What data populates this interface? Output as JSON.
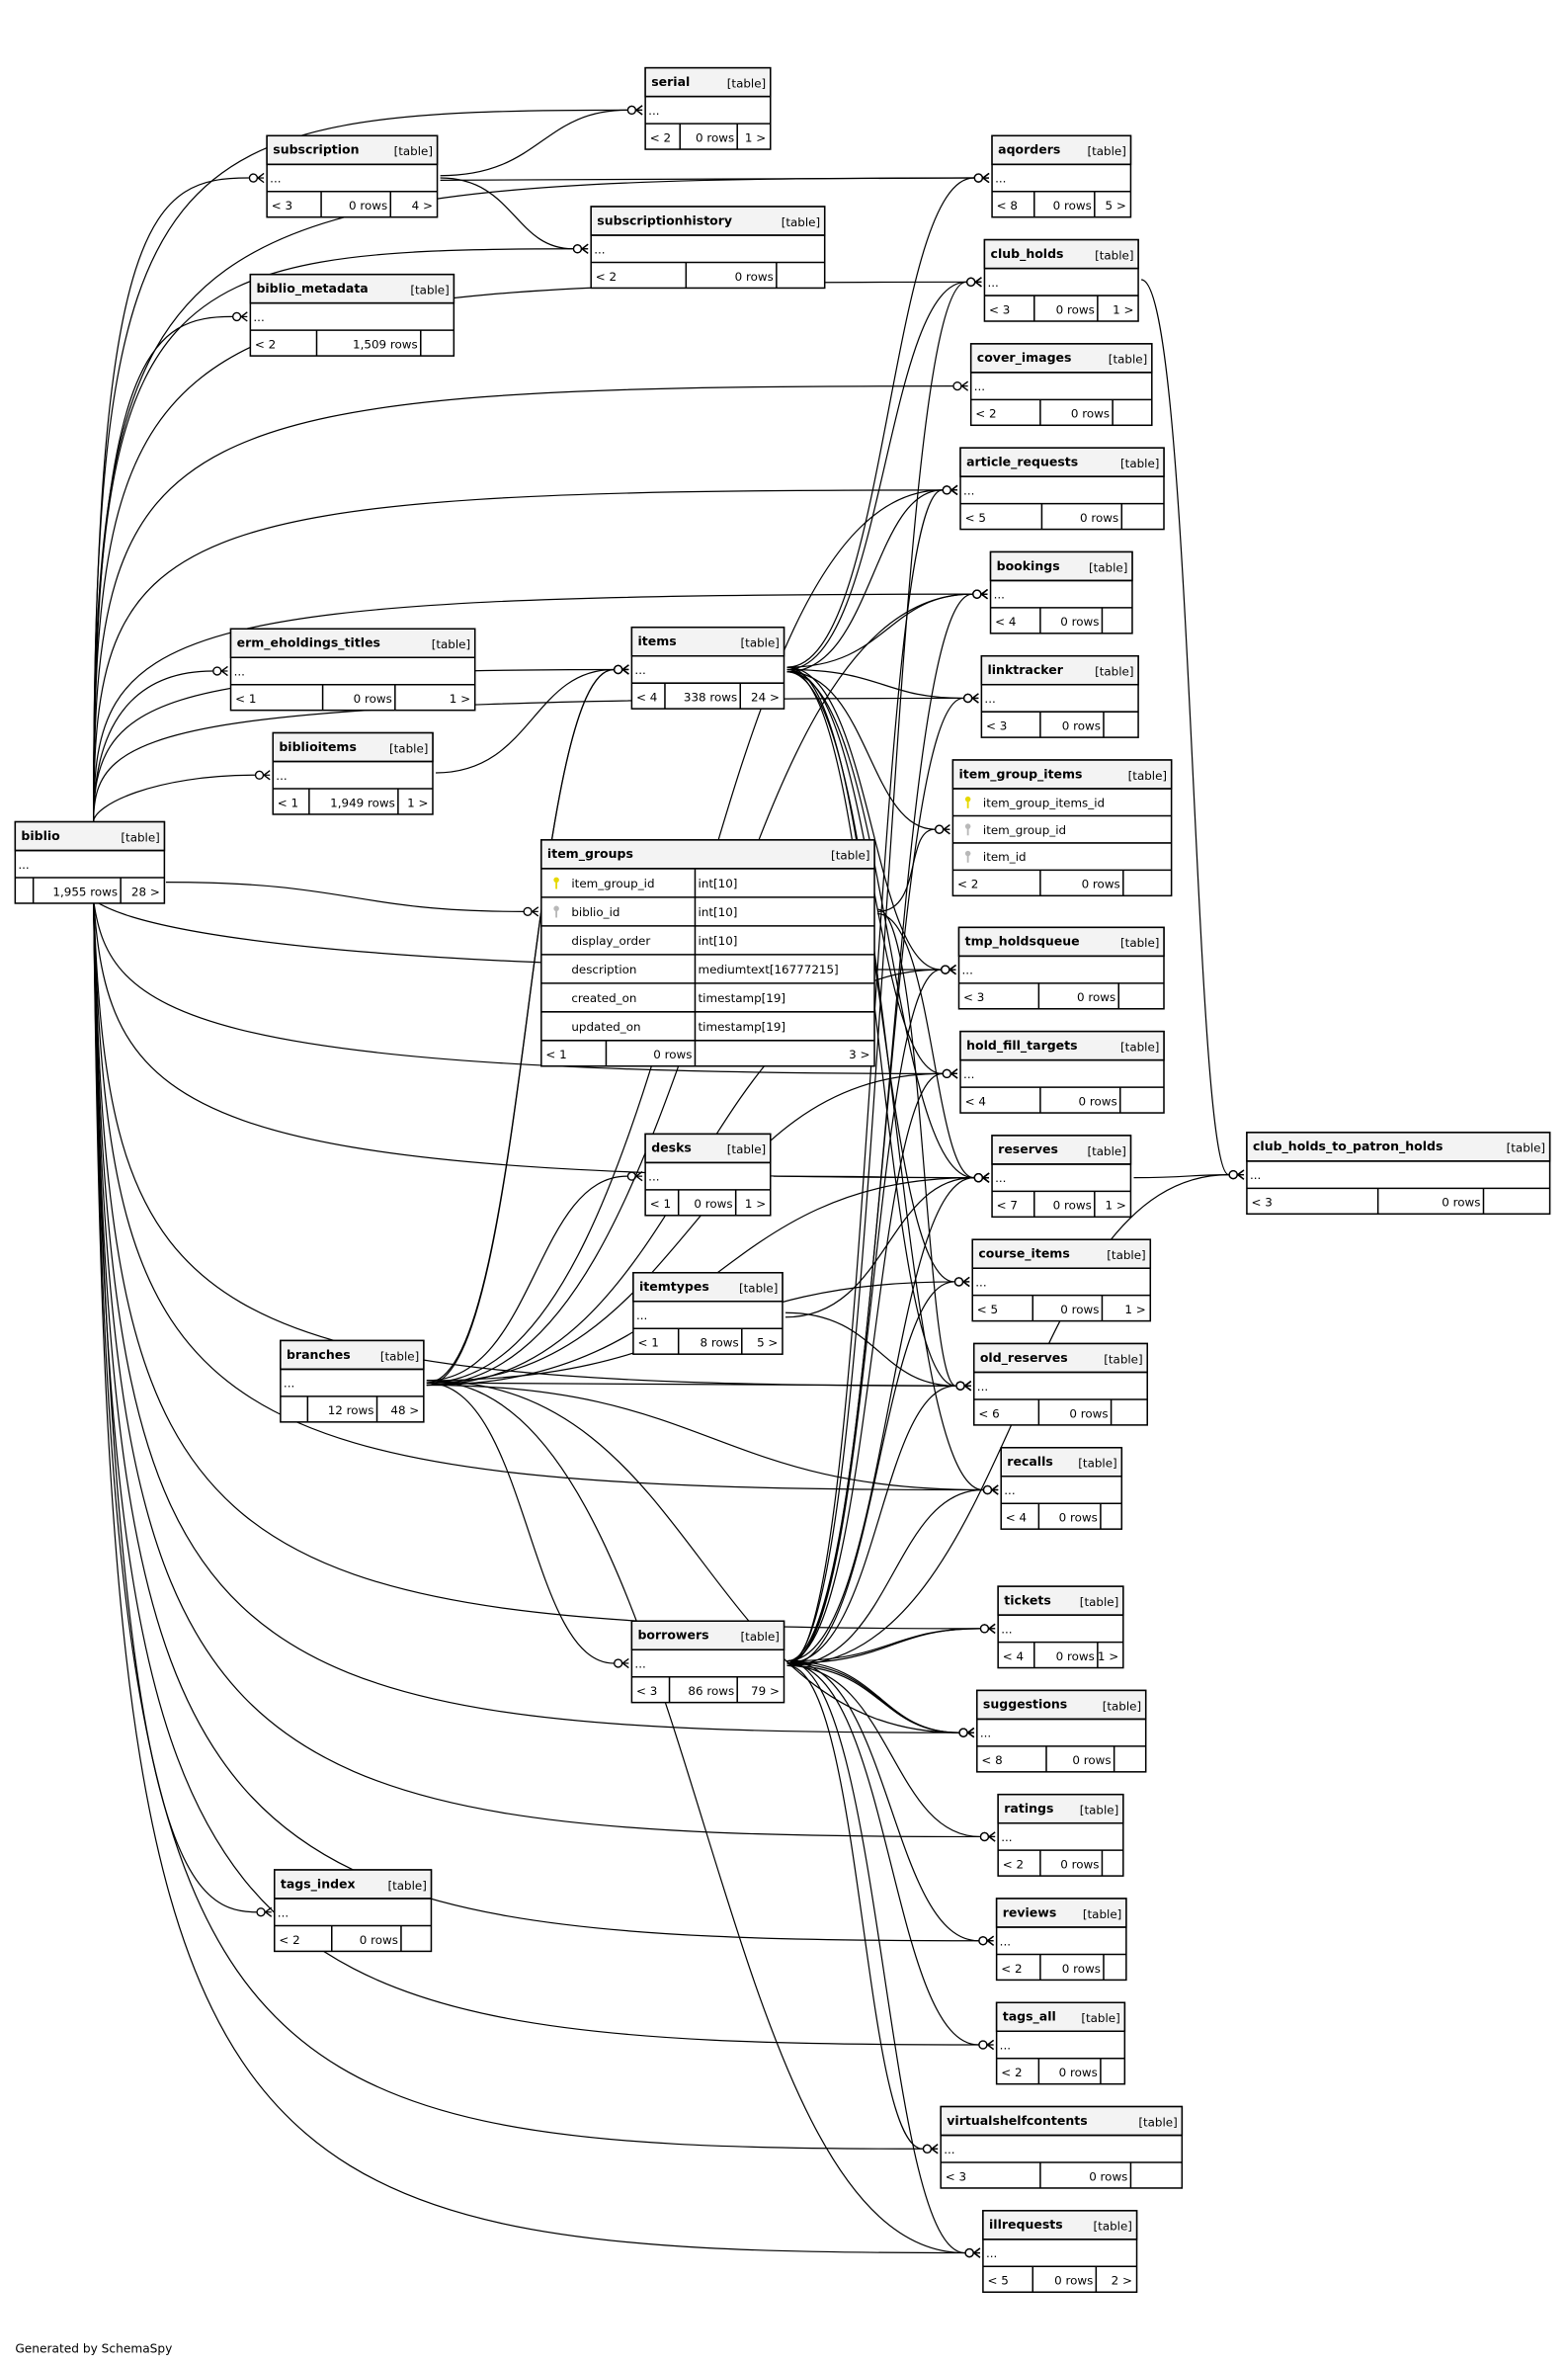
{
  "footer_note": "Generated by SchemaSpy",
  "type_label": "[table]",
  "ellipsis": "...",
  "colors": {
    "primary_key": "#e6d800",
    "foreign_key": "#b8b8b8",
    "header_bg": "#f3f3f3",
    "line": "#000000"
  },
  "tables": [
    {
      "name": "serial",
      "footer": [
        "< 2",
        "0 rows",
        "1 >"
      ]
    },
    {
      "name": "subscription",
      "footer": [
        "< 3",
        "0 rows",
        "4 >"
      ]
    },
    {
      "name": "subscriptionhistory",
      "footer": [
        "< 2",
        "0 rows",
        ""
      ]
    },
    {
      "name": "biblio_metadata",
      "footer": [
        "< 2",
        "1,509 rows",
        ""
      ]
    },
    {
      "name": "aqorders",
      "footer": [
        "< 8",
        "0 rows",
        "5 >"
      ]
    },
    {
      "name": "club_holds",
      "footer": [
        "< 3",
        "0 rows",
        "1 >"
      ]
    },
    {
      "name": "cover_images",
      "footer": [
        "< 2",
        "0 rows",
        ""
      ]
    },
    {
      "name": "article_requests",
      "footer": [
        "< 5",
        "0 rows",
        ""
      ]
    },
    {
      "name": "bookings",
      "footer": [
        "< 4",
        "0 rows",
        ""
      ]
    },
    {
      "name": "linktracker",
      "footer": [
        "< 3",
        "0 rows",
        ""
      ]
    },
    {
      "name": "item_group_items",
      "columns": [
        {
          "name": "item_group_items_id",
          "key": "primary"
        },
        {
          "name": "item_group_id",
          "key": "foreign"
        },
        {
          "name": "item_id",
          "key": "foreign"
        }
      ],
      "footer": [
        "< 2",
        "0 rows",
        ""
      ]
    },
    {
      "name": "tmp_holdsqueue",
      "footer": [
        "< 3",
        "0 rows",
        ""
      ]
    },
    {
      "name": "hold_fill_targets",
      "footer": [
        "< 4",
        "0 rows",
        ""
      ]
    },
    {
      "name": "reserves",
      "footer": [
        "< 7",
        "0 rows",
        "1 >"
      ]
    },
    {
      "name": "course_items",
      "footer": [
        "< 5",
        "0 rows",
        "1 >"
      ]
    },
    {
      "name": "old_reserves",
      "footer": [
        "< 6",
        "0 rows",
        ""
      ]
    },
    {
      "name": "recalls",
      "footer": [
        "< 4",
        "0 rows",
        ""
      ]
    },
    {
      "name": "tickets",
      "footer": [
        "< 4",
        "0 rows",
        "1 >"
      ]
    },
    {
      "name": "suggestions",
      "footer": [
        "< 8",
        "0 rows",
        ""
      ]
    },
    {
      "name": "ratings",
      "footer": [
        "< 2",
        "0 rows",
        ""
      ]
    },
    {
      "name": "reviews",
      "footer": [
        "< 2",
        "0 rows",
        ""
      ]
    },
    {
      "name": "tags_all",
      "footer": [
        "< 2",
        "0 rows",
        ""
      ]
    },
    {
      "name": "virtualshelfcontents",
      "footer": [
        "< 3",
        "0 rows",
        ""
      ]
    },
    {
      "name": "illrequests",
      "footer": [
        "< 5",
        "0 rows",
        "2 >"
      ]
    },
    {
      "name": "club_holds_to_patron_holds",
      "footer": [
        "< 3",
        "0 rows",
        ""
      ]
    },
    {
      "name": "items",
      "footer": [
        "< 4",
        "338 rows",
        "24 >"
      ]
    },
    {
      "name": "erm_eholdings_titles",
      "footer": [
        "< 1",
        "0 rows",
        "1 >"
      ]
    },
    {
      "name": "biblioitems",
      "footer": [
        "< 1",
        "1,949 rows",
        "1 >"
      ]
    },
    {
      "name": "biblio",
      "footer": [
        "",
        "1,955 rows",
        "28 >"
      ]
    },
    {
      "name": "item_groups",
      "focus": true,
      "columns": [
        {
          "name": "item_group_id",
          "type": "int[10]",
          "key": "primary"
        },
        {
          "name": "biblio_id",
          "type": "int[10]",
          "key": "foreign"
        },
        {
          "name": "display_order",
          "type": "int[10]",
          "key": ""
        },
        {
          "name": "description",
          "type": "mediumtext[16777215]",
          "key": ""
        },
        {
          "name": "created_on",
          "type": "timestamp[19]",
          "key": ""
        },
        {
          "name": "updated_on",
          "type": "timestamp[19]",
          "key": ""
        }
      ],
      "footer": [
        "< 1",
        "0 rows",
        "3 >"
      ]
    },
    {
      "name": "desks",
      "footer": [
        "< 1",
        "0 rows",
        "1 >"
      ]
    },
    {
      "name": "itemtypes",
      "footer": [
        "< 1",
        "8 rows",
        "5 >"
      ]
    },
    {
      "name": "branches",
      "footer": [
        "",
        "12 rows",
        "48 >"
      ]
    },
    {
      "name": "borrowers",
      "footer": [
        "< 3",
        "86 rows",
        "79 >"
      ]
    },
    {
      "name": "tags_index",
      "footer": [
        "< 2",
        "0 rows",
        ""
      ]
    }
  ]
}
